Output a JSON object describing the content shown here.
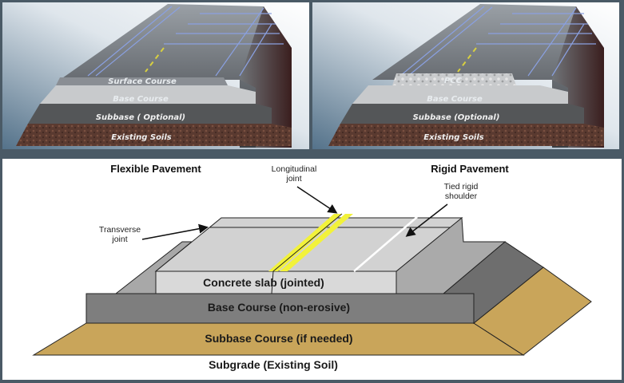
{
  "top_panels": [
    {
      "name": "flexible",
      "layers": [
        "Surface Course",
        "Base Course",
        "Subbase ( Optional)",
        "Existing Soils"
      ]
    },
    {
      "name": "rigid",
      "layers": [
        "PCC",
        "Base Course",
        "Subbase (Optional)",
        "Existing Soils"
      ]
    }
  ],
  "bottom": {
    "flexible_title": "Flexible Pavement",
    "rigid_title": "Rigid Pavement",
    "longitudinal_joint": [
      "Longitudinal",
      "joint"
    ],
    "tied_shoulder": [
      "Tied rigid",
      "shoulder"
    ],
    "transverse_joint": [
      "Transverse",
      "joint"
    ],
    "concrete_slab": "Concrete slab (jointed)",
    "base_course": "Base Course (non-erosive)",
    "subbase_course": "Subbase Course (if needed)",
    "subgrade": "Subgrade (Existing Soil)"
  },
  "colors": {
    "frame": "#4a5a66",
    "subbase_tan": "#c9a55a",
    "joint_yellow": "#f2f23a"
  }
}
